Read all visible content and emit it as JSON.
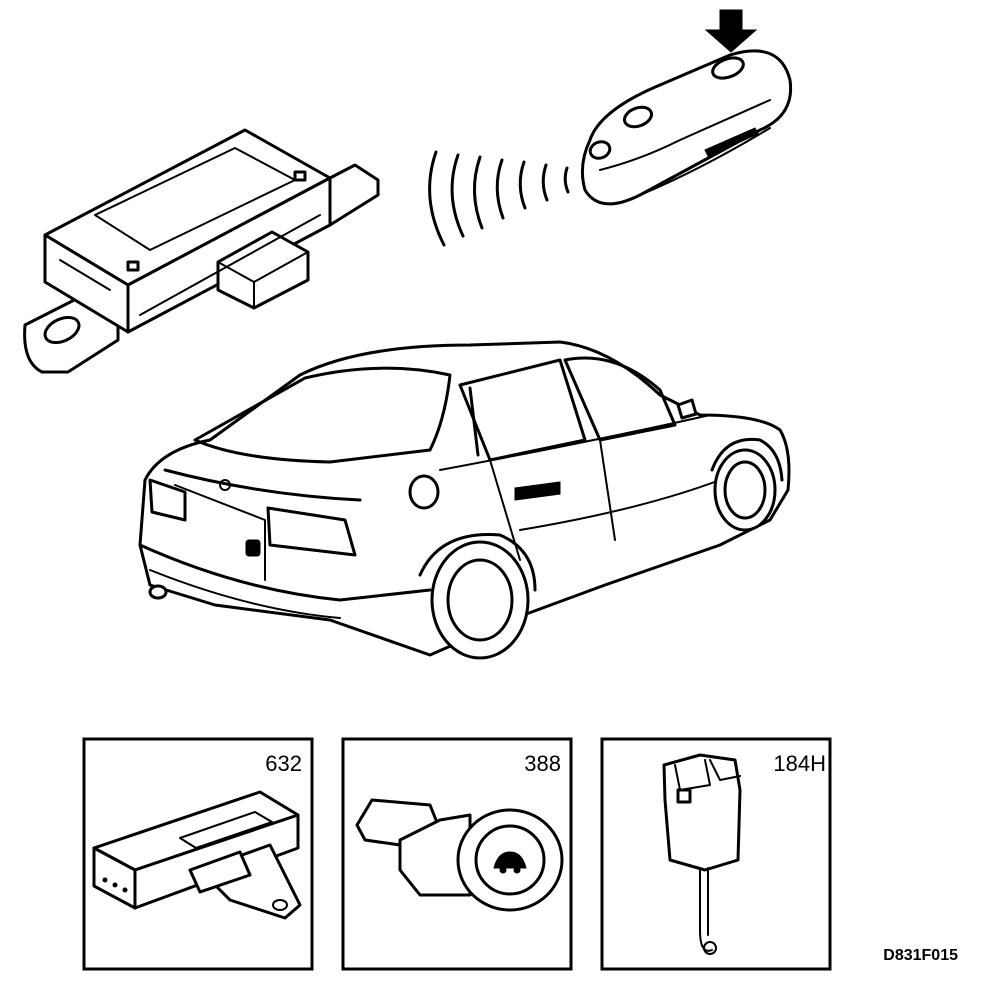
{
  "parts": [
    {
      "label": "632"
    },
    {
      "label": "388"
    },
    {
      "label": "184H"
    }
  ],
  "figure_id": "D831F015",
  "colors": {
    "line": "#000000",
    "background": "#ffffff"
  }
}
